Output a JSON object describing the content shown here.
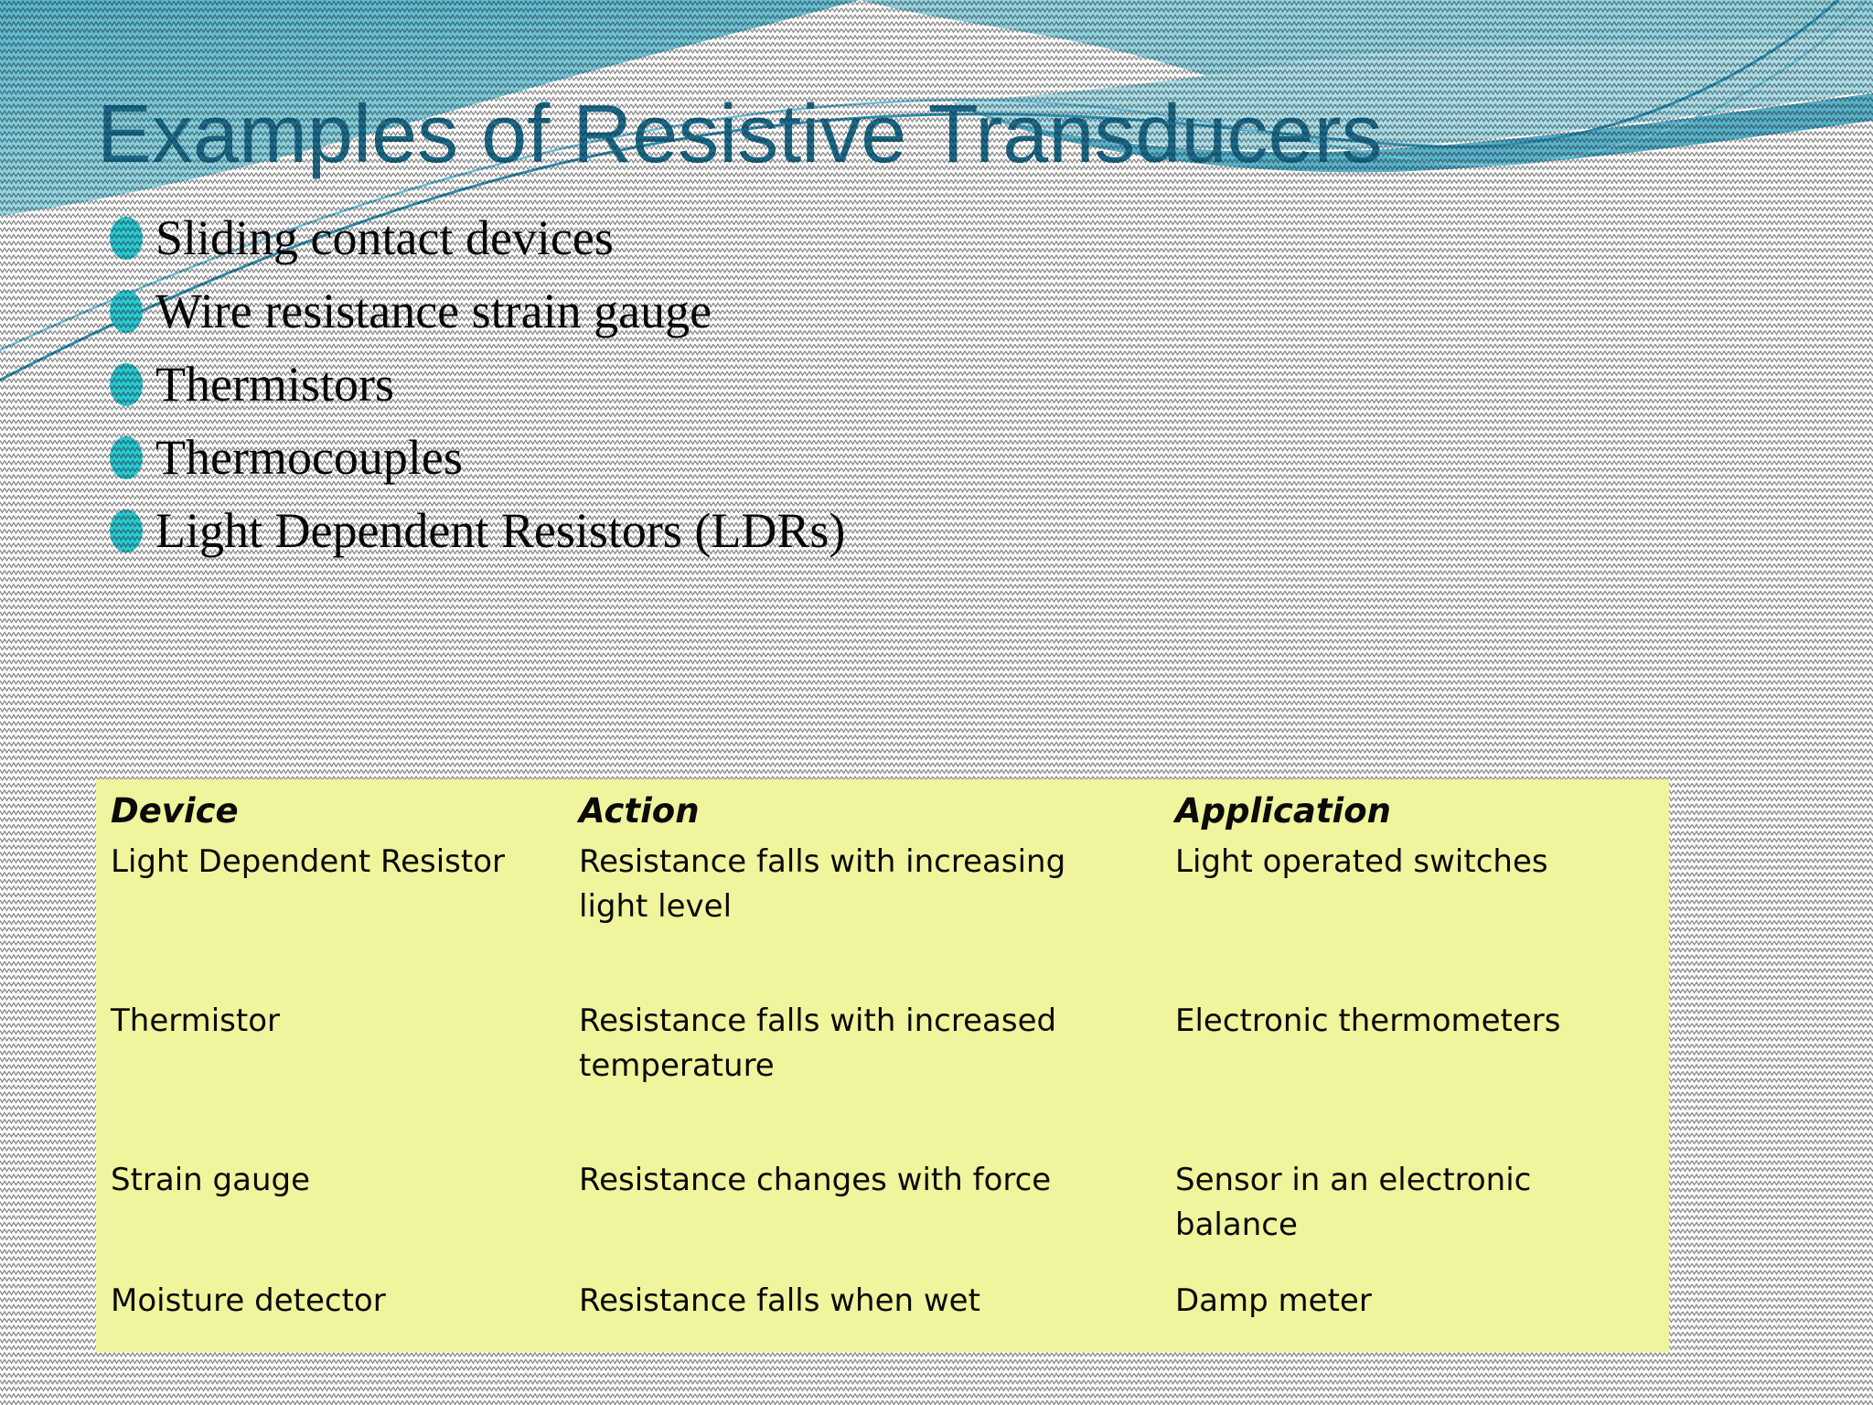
{
  "slide": {
    "title": "Examples of Resistive Transducers",
    "bullets": [
      "Sliding contact devices",
      "Wire resistance strain gauge",
      "Thermistors",
      "Thermocouples",
      "Light Dependent Resistors (LDRs)"
    ],
    "table": {
      "headers": [
        "Device",
        "Action",
        "Application"
      ],
      "rows": [
        [
          "Light Dependent Resistor",
          "Resistance falls with increasing light level",
          "Light operated switches"
        ],
        [
          "Thermistor",
          "Resistance falls with increased temperature",
          "Electronic thermometers"
        ],
        [
          "Strain gauge",
          "Resistance changes with force",
          "Sensor in an electronic balance"
        ],
        [
          "Moisture detector",
          "Resistance falls when wet",
          "Damp meter"
        ]
      ]
    },
    "colors": {
      "title_text": "#1a6c8d",
      "bullet_dot": "#2bc8d2",
      "body_text": "#040404",
      "table_background": "#eff49d",
      "wave_light": "#93d4e1",
      "wave_medium": "#45abc6",
      "wave_dark": "#2f93b5",
      "pattern_line": "#1a1a1a"
    }
  }
}
